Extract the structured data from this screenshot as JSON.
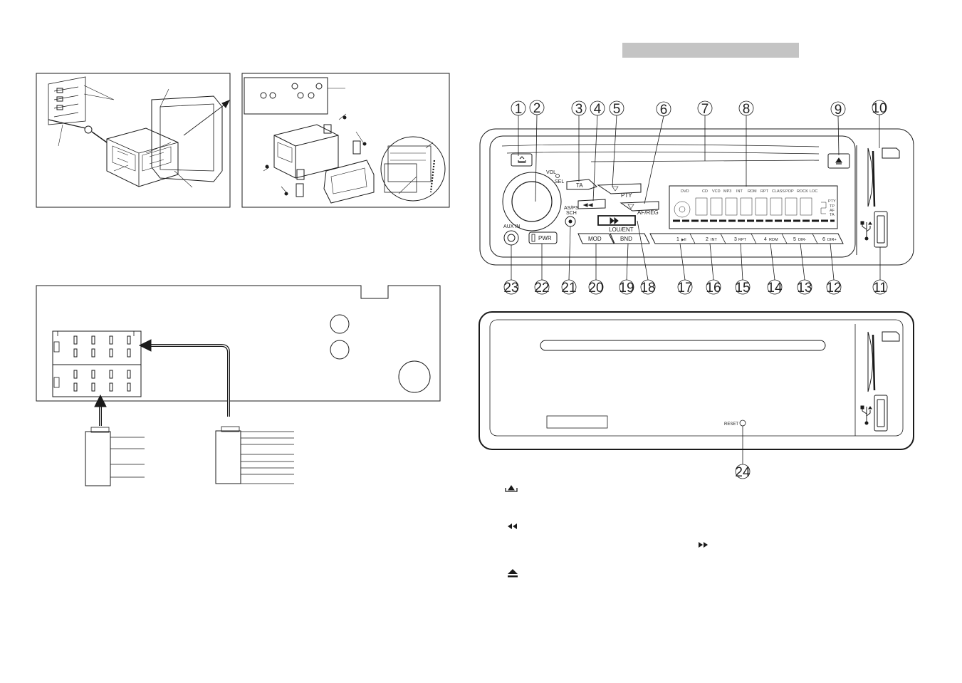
{
  "colors": {
    "ink": "#1a1a1a",
    "header_bar": "#c4c4c4"
  },
  "unit_labels": {
    "vol_sel": [
      "VOL",
      "SEL"
    ],
    "ta": "TA",
    "pty": "PTY",
    "af_reg": "AF/REG",
    "lou_ent": "LOU/ENT",
    "as_ps": [
      "AS/PS",
      "SCH"
    ],
    "mod": "MOD",
    "bnd": "BND",
    "pwr": "PWR",
    "aux_in": "AUX IN",
    "reset": "RESET",
    "lcd_top": [
      "DVD",
      "CD",
      "VCD",
      "MP3",
      "INT",
      "RDM",
      "RPT",
      "CLASS",
      "POP",
      "ROCK",
      "LOC"
    ],
    "lcd_side": [
      "TP",
      "AF",
      "TA",
      "PTY"
    ]
  },
  "presets": [
    {
      "n": "1",
      "t": "▶II"
    },
    {
      "n": "2",
      "t": "INT"
    },
    {
      "n": "3",
      "t": "RPT"
    },
    {
      "n": "4",
      "t": "RDM"
    },
    {
      "n": "5",
      "t": "DIR-"
    },
    {
      "n": "6",
      "t": "DIR+"
    }
  ],
  "callouts_top": [
    "1",
    "2",
    "3",
    "4",
    "5",
    "6",
    "7",
    "8",
    "9",
    "10"
  ],
  "callouts_bottom": [
    "23",
    "22",
    "21",
    "20",
    "19",
    "18",
    "17",
    "16",
    "15",
    "14",
    "13",
    "12",
    "11"
  ],
  "callout_reset": "24",
  "legend_icons": [
    "load-cd-icon",
    "rewind-icon",
    "fast-forward-icon",
    "eject-icon"
  ]
}
